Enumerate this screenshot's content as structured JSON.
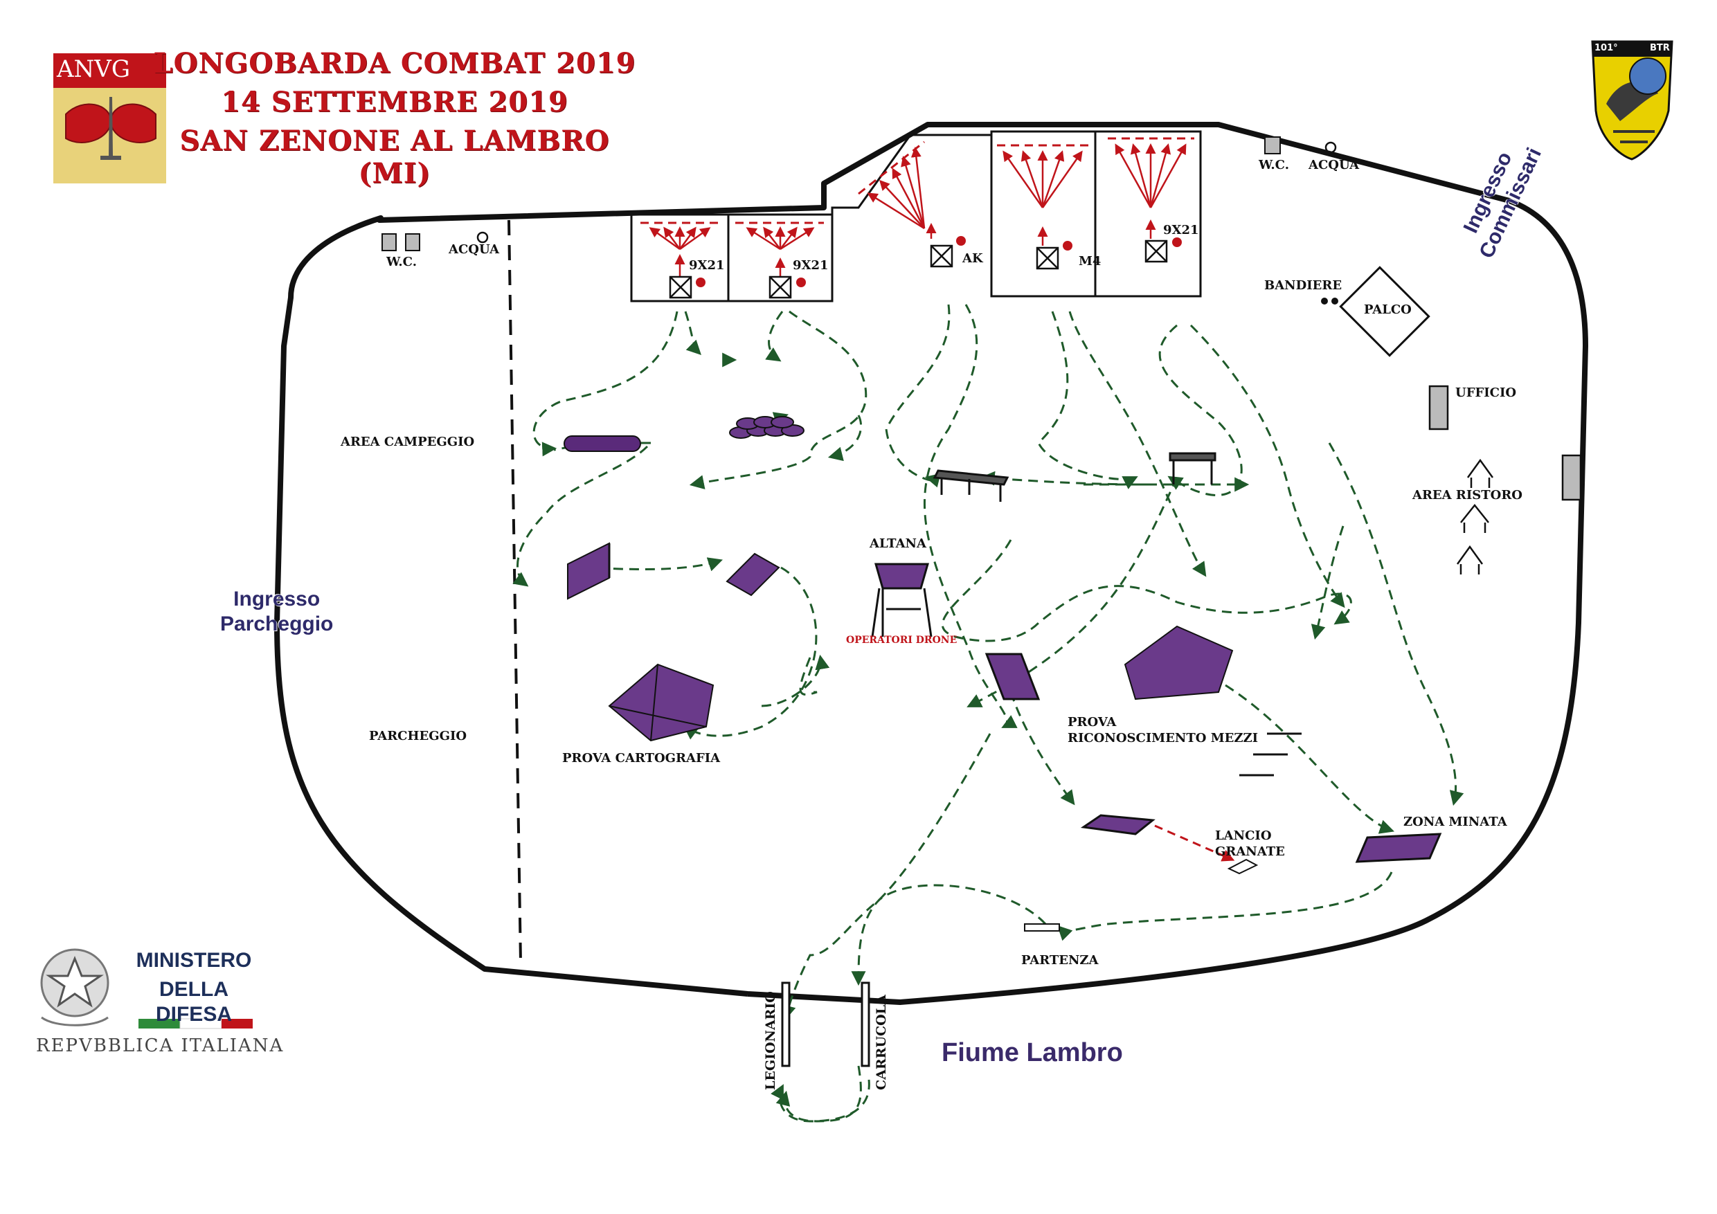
{
  "header": {
    "title_line1": "LONGOBARDA COMBAT 2019",
    "title_line2": "14 SETTEMBRE 2019",
    "title_line3": "SAN ZENONE AL LAMBRO (MI)"
  },
  "logos": {
    "anvg": "ANVG",
    "badge_top_left": "101°",
    "badge_top_right": "BTR",
    "ministero_line1": "MINISTERO",
    "ministero_line2": "DELLA DIFESA",
    "repubblica": "REPVBBLICA ITALIANA",
    "emblem_text": "REPVBBLICA ITALIANA"
  },
  "facilities": {
    "wc_left": "W.C.",
    "acqua_left": "ACQUA",
    "wc_right": "W.C.",
    "acqua_right": "ACQUA",
    "bandiere": "BANDIERE",
    "palco": "PALCO",
    "ufficio": "UFFICIO",
    "area_ristoro": "AREA RISTORO"
  },
  "entrances": {
    "commissari_1": "Ingresso",
    "commissari_2": "Commissari",
    "parcheggio_1": "Ingresso",
    "parcheggio_2": "Parcheggio"
  },
  "areas": {
    "campeggio": "AREA CAMPEGGIO",
    "parcheggio": "PARCHEGGIO"
  },
  "ranges": {
    "r1": "9X21",
    "r2": "9X21",
    "r3": "AK",
    "r4": "M4",
    "r5": "9X21"
  },
  "stations": {
    "altana": "ALTANA",
    "operatori_drone": "OPERATORI DRONE",
    "prova_cartografia": "PROVA CARTOGRAFIA",
    "prova_riconoscimento_1": "PROVA",
    "prova_riconoscimento_2": "RICONOSCIMENTO MEZZI",
    "lancio_granate_1": "LANCIO",
    "lancio_granate_2": "GRANATE",
    "zona_minata": "ZONA MINATA",
    "partenza": "PARTENZA"
  },
  "bottom": {
    "legionario": "LEGIONARIO",
    "carrucola": "CARRUCOLA",
    "fiume": "Fiume Lambro"
  },
  "colors": {
    "title_red": "#c0141a",
    "route_green": "#1f5a2a",
    "target_red": "#c0141a",
    "obstacle_purple": "#5a2a7a",
    "entrance_blue": "#2e2a6a"
  }
}
